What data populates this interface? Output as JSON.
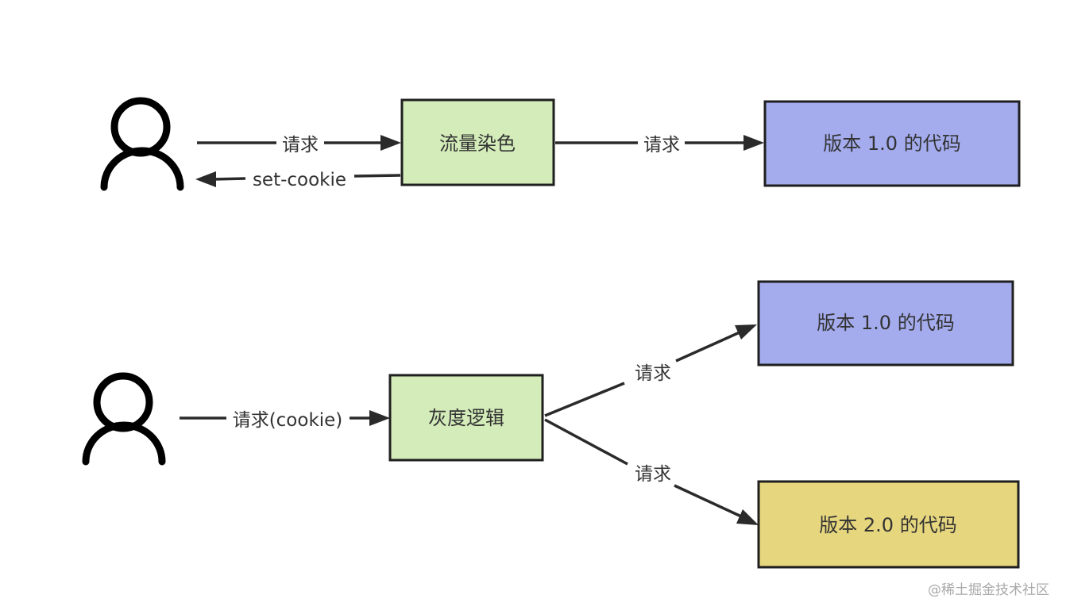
{
  "colors": {
    "stain_box": "#d3ecb9",
    "version1_box": "#a4acee",
    "version2_box": "#e6d67e",
    "edge": "#2a2a2a",
    "text": "#333333",
    "watermark": "#a9a9a9"
  },
  "top": {
    "user_icon": "person-icon",
    "request_label": "请求",
    "set_cookie_label": "set-cookie",
    "stain_box_label": "流量染色",
    "forward_label": "请求",
    "version_box_label": "版本 1.0 的代码"
  },
  "bottom": {
    "user_icon": "person-icon",
    "request_label": "请求(cookie)",
    "gray_box_label": "灰度逻辑",
    "upper_request_label": "请求",
    "lower_request_label": "请求",
    "version1_box_label": "版本 1.0 的代码",
    "version2_box_label": "版本 2.0 的代码"
  },
  "watermark": "@稀土掘金技术社区"
}
